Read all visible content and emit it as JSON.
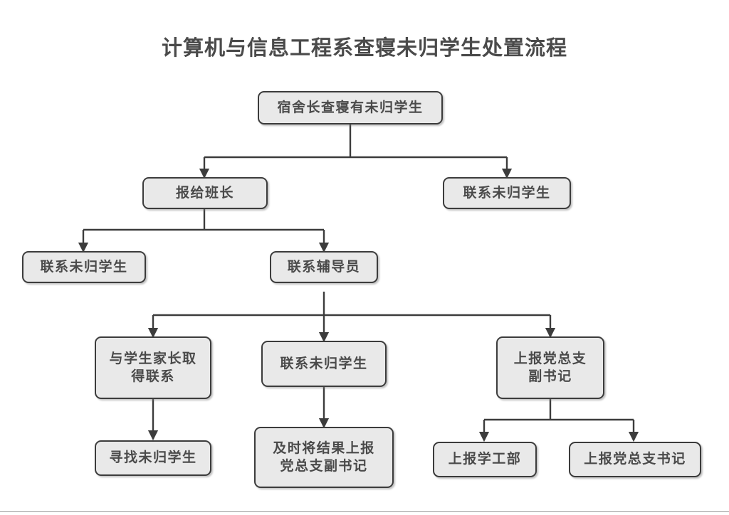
{
  "page": {
    "title": "计算机与信息工程系查寝未归学生处置流程",
    "background_color": "#ffffff",
    "bottom_rule_color": "#9a9a9a"
  },
  "style": {
    "node_fill": "#e9e9e9",
    "node_border": "#3c3c3c",
    "text_color": "#4a4a4a",
    "connector_color": "#3c3c3c"
  },
  "chart_data": {
    "type": "diagram",
    "diagram_kind": "flowchart-tree",
    "title": "计算机与信息工程系查寝未归学生处置流程",
    "orientation": "top-down",
    "nodes": [
      {
        "id": "n1",
        "label": "宿舍长查寝有未归学生",
        "level": 0
      },
      {
        "id": "n2",
        "label": "报给班长",
        "level": 1
      },
      {
        "id": "n3",
        "label": "联系未归学生",
        "level": 1
      },
      {
        "id": "n4",
        "label": "联系未归学生",
        "level": 2
      },
      {
        "id": "n5",
        "label": "联系辅导员",
        "level": 2
      },
      {
        "id": "n6",
        "label": "与学生家长取\n得联系",
        "level": 3
      },
      {
        "id": "n7",
        "label": "联系未归学生",
        "level": 3
      },
      {
        "id": "n8",
        "label": "上报党总支\n副书记",
        "level": 3
      },
      {
        "id": "n9",
        "label": "寻找未归学生",
        "level": 4
      },
      {
        "id": "n10",
        "label": "及时将结果上报\n党总支副书记",
        "level": 4
      },
      {
        "id": "n11",
        "label": "上报学工部",
        "level": 4
      },
      {
        "id": "n12",
        "label": "上报党总支书记",
        "level": 4
      }
    ],
    "edges": [
      {
        "from": "n1",
        "to": "n2"
      },
      {
        "from": "n1",
        "to": "n3"
      },
      {
        "from": "n2",
        "to": "n4"
      },
      {
        "from": "n2",
        "to": "n5"
      },
      {
        "from": "n5",
        "to": "n6"
      },
      {
        "from": "n5",
        "to": "n7"
      },
      {
        "from": "n5",
        "to": "n8"
      },
      {
        "from": "n6",
        "to": "n9"
      },
      {
        "from": "n7",
        "to": "n10"
      },
      {
        "from": "n8",
        "to": "n11"
      },
      {
        "from": "n8",
        "to": "n12"
      }
    ]
  }
}
